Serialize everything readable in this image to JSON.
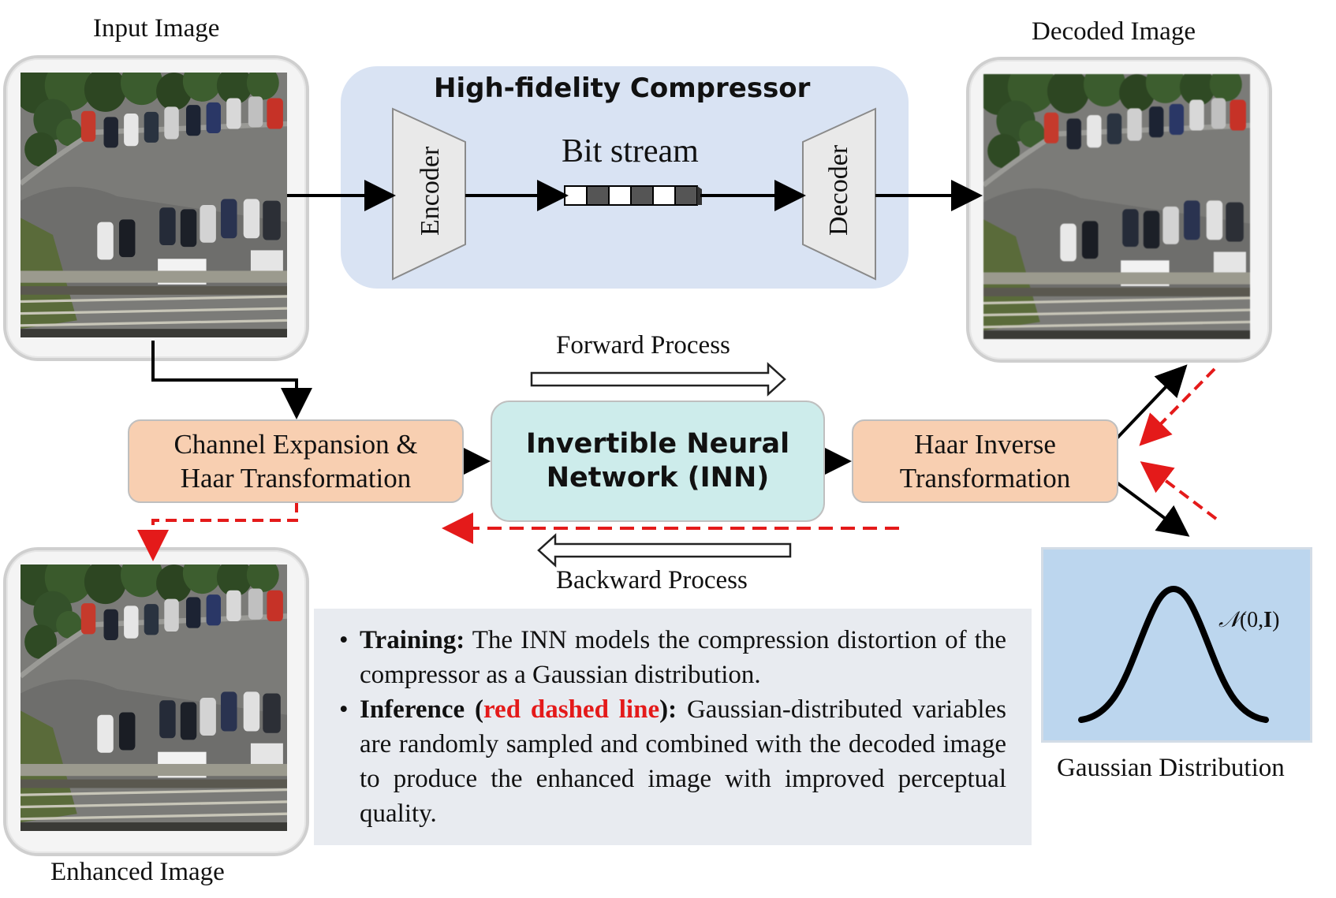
{
  "captions": {
    "input_image": "Input Image",
    "decoded_image": "Decoded Image",
    "enhanced_image": "Enhanced Image",
    "gaussian_distribution": "Gaussian Distribution",
    "forward_process": "Forward Process",
    "backward_process": "Backward Process"
  },
  "compressor": {
    "title": "High-fidelity Compressor",
    "encoder_label": "Encoder",
    "decoder_label": "Decoder",
    "bitstream_label": "Bit stream",
    "bit_pattern": [
      "white",
      "dark",
      "white",
      "dark",
      "white",
      "dark"
    ]
  },
  "blocks": {
    "channel_expansion_line1": "Channel Expansion &",
    "channel_expansion_line2": "Haar Transformation",
    "inn_line1": "Invertible Neural",
    "inn_line2": "Network (INN)",
    "haar_inverse_line1": "Haar Inverse",
    "haar_inverse_line2": "Transformation"
  },
  "gaussian": {
    "formula_symbol": "𝒩",
    "formula_args": "(0,",
    "formula_identity": "I",
    "formula_close": ")"
  },
  "legend": {
    "training_bold": "Training:",
    "training_text": "The INN models the compression distortion of the compressor as a Gaussian distribution.",
    "inference_bold_pre": "Inference (",
    "inference_red": "red dashed line",
    "inference_bold_post": "):",
    "inference_text": "Gaussian-distributed variables are randomly sampled and combined with the decoded image to produce the enhanced image with improved perceptual quality."
  },
  "colors": {
    "compressor_bg": "#d9e3f3",
    "block_orange": "#f8cfb1",
    "block_teal": "#cdeceb",
    "legend_bg": "#e8ebf0",
    "gaussian_bg": "#bcd6ee",
    "inference_red": "#e41a1a",
    "arrow_black": "#000000"
  },
  "icons": {
    "input_image": "aerial-parking-photo",
    "decoded_image": "aerial-parking-photo",
    "enhanced_image": "aerial-parking-photo",
    "bell_curve": "gaussian-bell-curve"
  }
}
